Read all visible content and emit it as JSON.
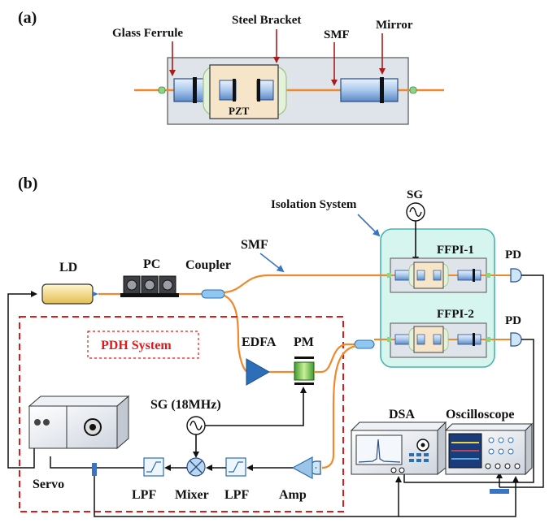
{
  "panel_a": {
    "tag": "(a)",
    "labels": {
      "glass_ferrule": "Glass Ferrule",
      "steel_bracket": "Steel Bracket",
      "smf": "SMF",
      "mirror": "Mirror",
      "pzt": "PZT"
    }
  },
  "panel_b": {
    "tag": "(b)",
    "labels": {
      "isolation_system": "Isolation System",
      "sg_top": "SG",
      "smf": "SMF",
      "ld": "LD",
      "pc": "PC",
      "coupler": "Coupler",
      "ffpi1": "FFPI-1",
      "ffpi2": "FFPI-2",
      "pd1": "PD",
      "pd2": "PD",
      "pdh_system": "PDH System",
      "edfa": "EDFA",
      "pm": "PM",
      "sg_18mhz": "SG (18MHz)",
      "dsa": "DSA",
      "oscilloscope": "Oscilloscope",
      "servo": "Servo",
      "lpf1": "LPF",
      "mixer": "Mixer",
      "lpf2": "LPF",
      "amp": "Amp"
    }
  },
  "colors": {
    "fiber": "#ee8a2d",
    "arrow_red": "#a81c1c",
    "pdh_border": "#e0191b",
    "isolation_fill": "#d6f5ef",
    "isolation_stroke": "#49b3ad",
    "component_blue": "#3a74c4",
    "edfa_blue": "#2d6eb8",
    "pzt_fill": "#f6e5c8"
  }
}
